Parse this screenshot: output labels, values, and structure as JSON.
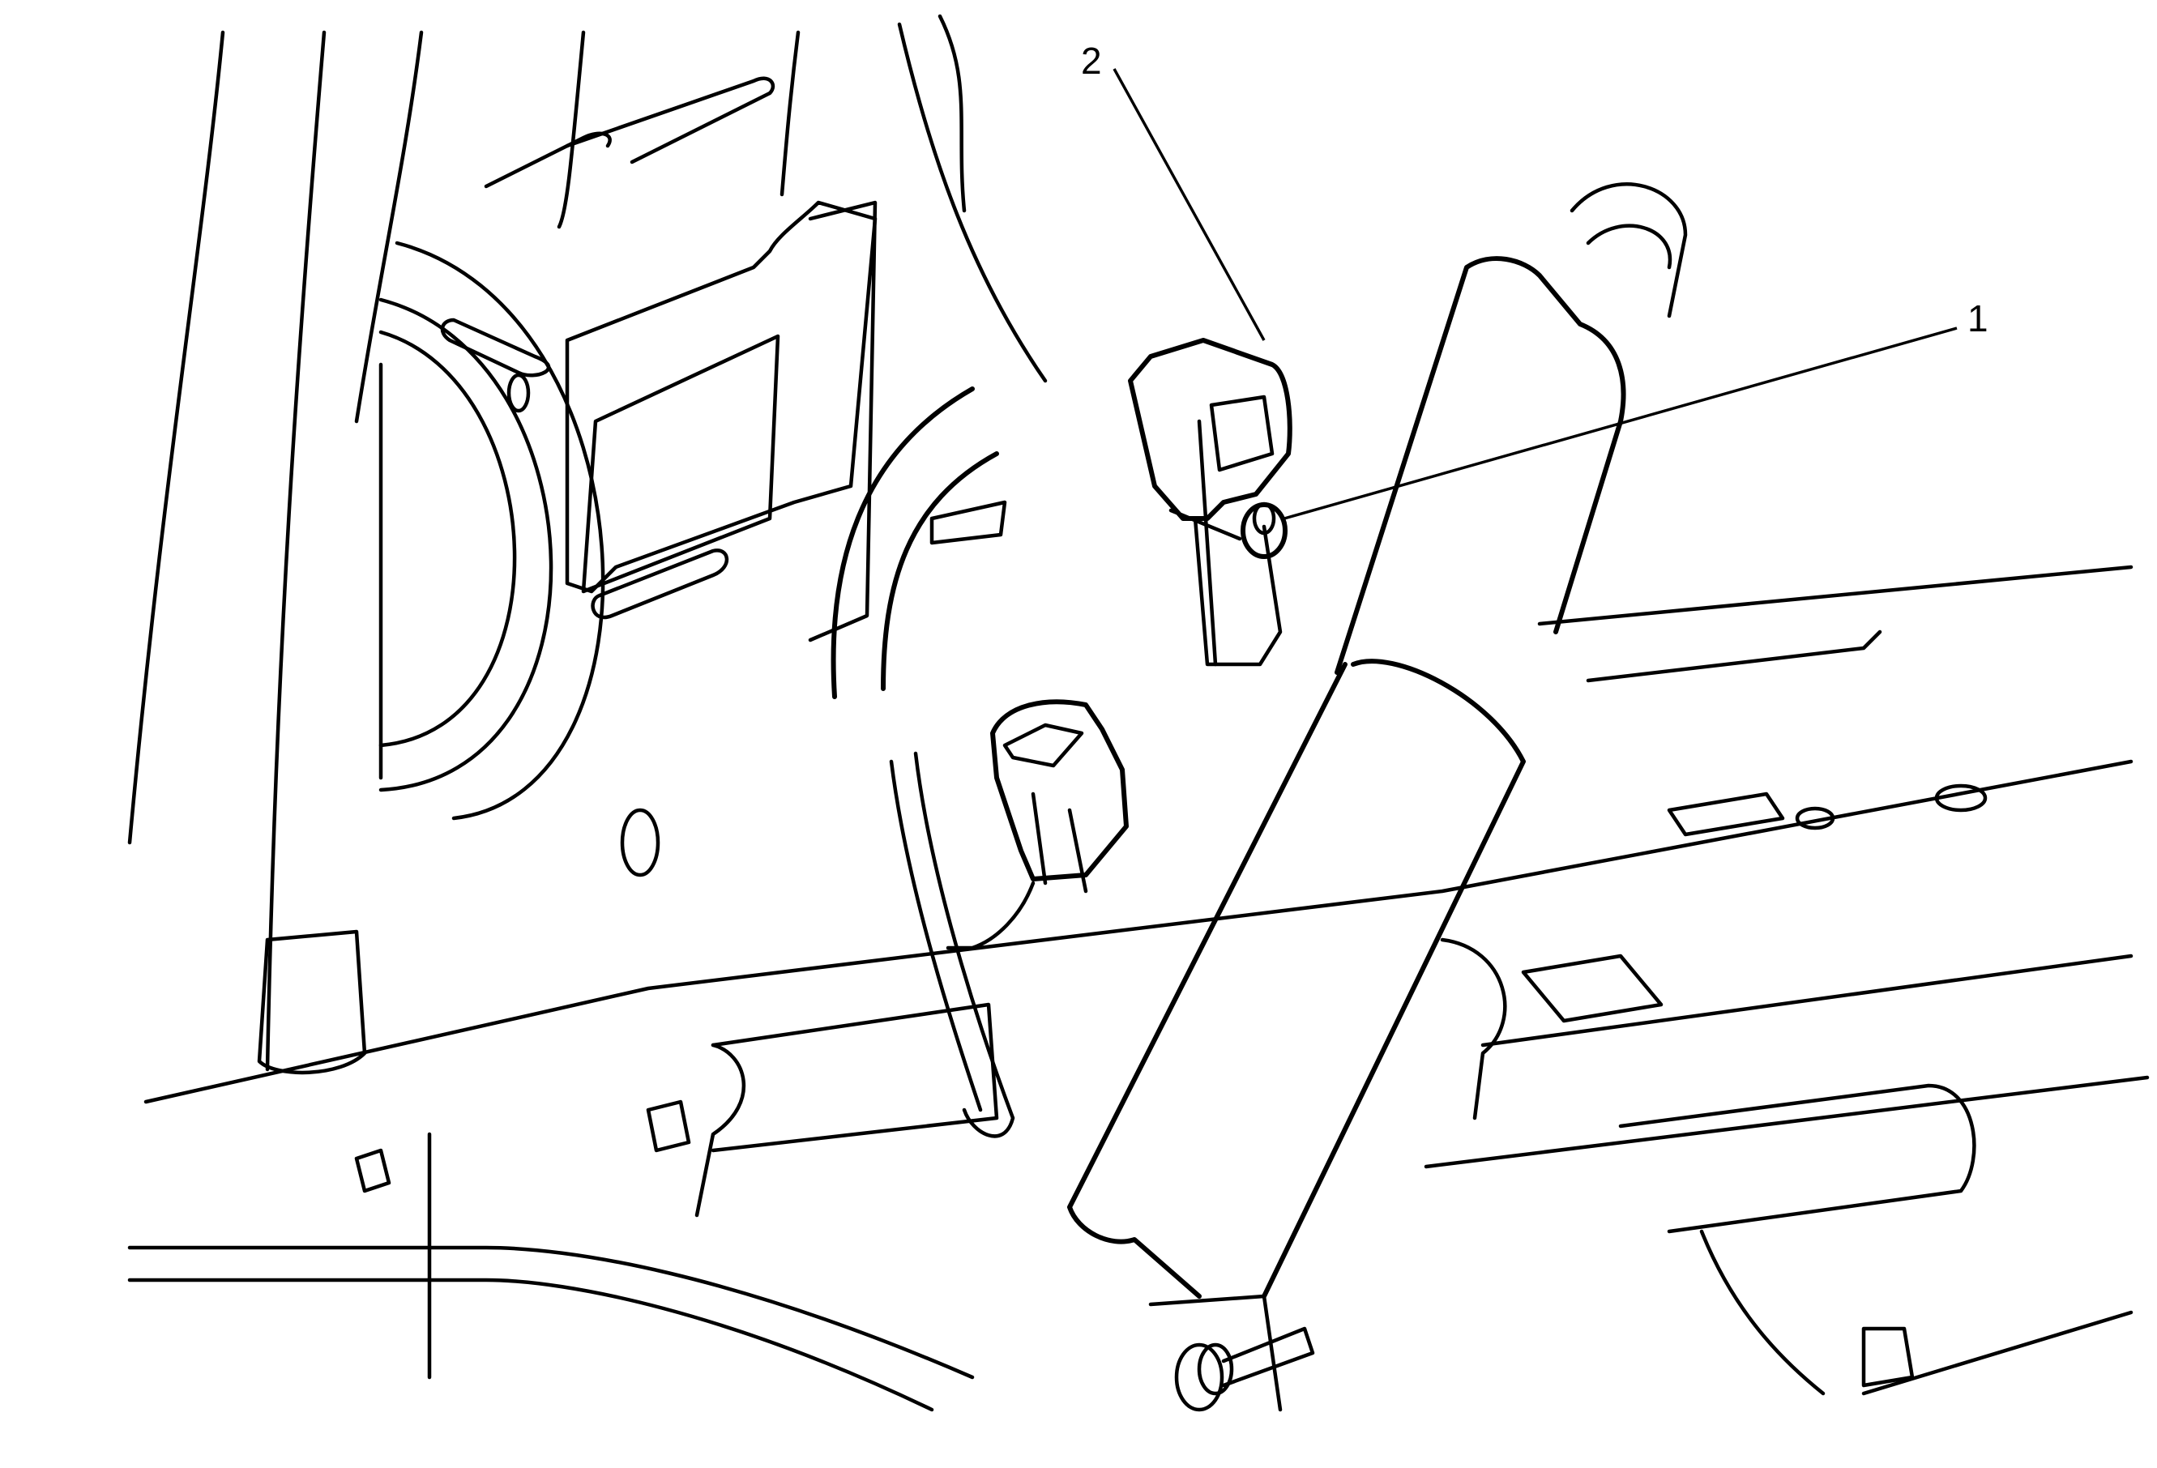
{
  "diagram": {
    "type": "technical-line-illustration",
    "subject": "Seat frame area with mounted sensor module, electrical connector, and seat belt buckle assembly",
    "background": "#ffffff",
    "line_color": "#000000"
  },
  "callouts": [
    {
      "id": "1",
      "label": "1",
      "points_to": "sensor mounting fastener (nut/bolt)"
    },
    {
      "id": "2",
      "label": "2",
      "points_to": "sensor module"
    }
  ]
}
